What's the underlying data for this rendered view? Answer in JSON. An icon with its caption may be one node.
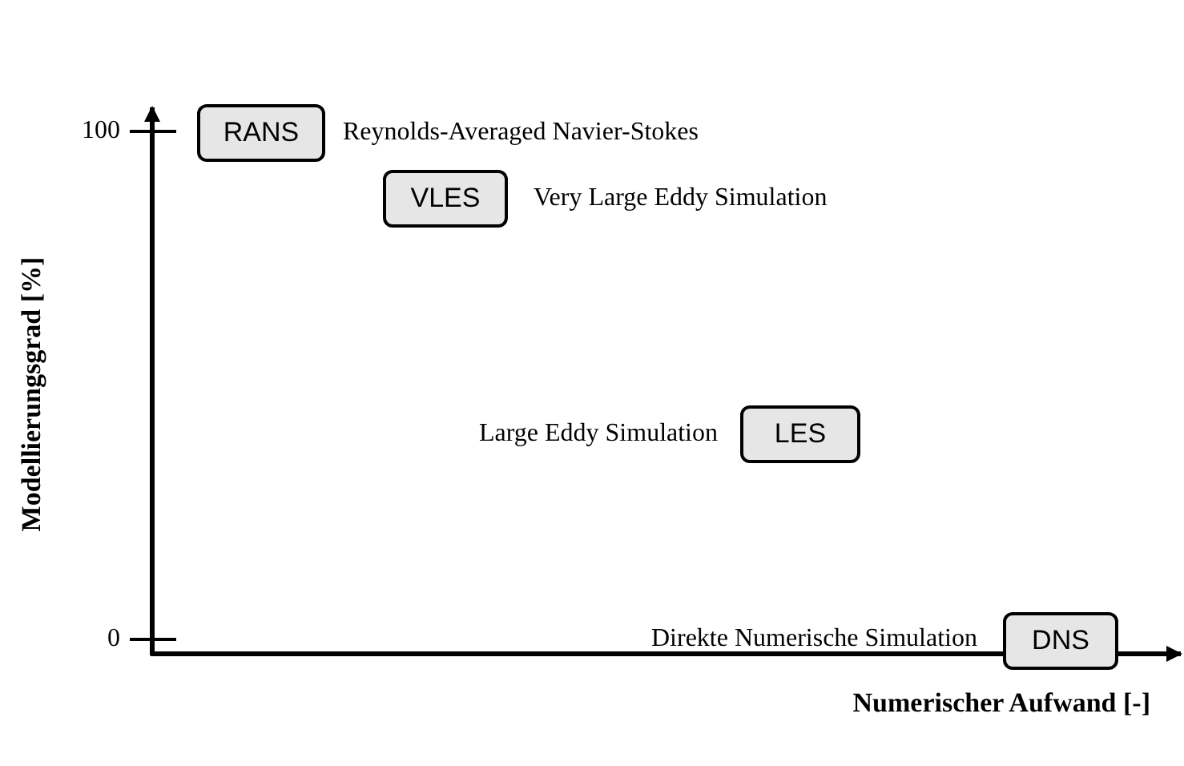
{
  "diagram": {
    "nodes": [
      {
        "text": [
          "RANS"
        ],
        "beside": [
          "Reynolds-Averaged Navier-Stokes"
        ]
      },
      {
        "text": [
          "VLES"
        ],
        "beside": [
          "Very Large Eddy Simulation"
        ]
      },
      {
        "text": [
          "LES"
        ],
        "beside": [
          "Large Eddy Simulation"
        ]
      },
      {
        "text": [
          "DNS"
        ],
        "beside": [
          "Direkte Numerische Simulation"
        ]
      }
    ],
    "labels": [
      "100",
      "0",
      "Modellierungsgrad [%]",
      "Numerischer Aufwand [-]"
    ]
  }
}
